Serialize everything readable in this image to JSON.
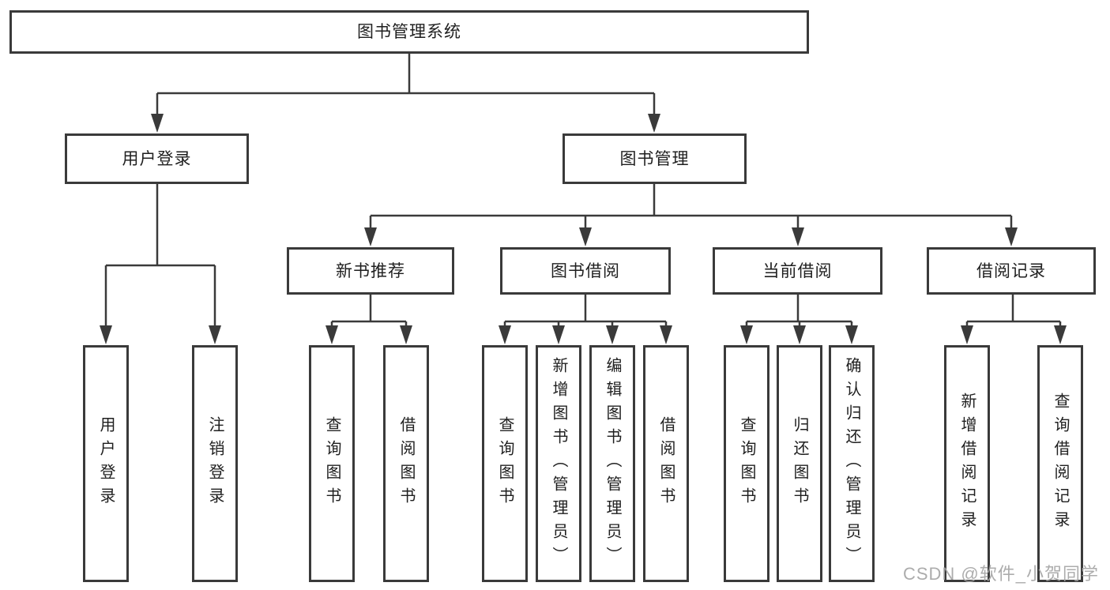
{
  "tree": {
    "label": "图书管理系统",
    "children": [
      {
        "label": "用户登录",
        "children": [
          {
            "label": "用户登录"
          },
          {
            "label": "注销登录"
          }
        ]
      },
      {
        "label": "图书管理",
        "children": [
          {
            "label": "新书推荐",
            "children": [
              {
                "label": "查询图书"
              },
              {
                "label": "借阅图书"
              }
            ]
          },
          {
            "label": "图书借阅",
            "children": [
              {
                "label": "查询图书"
              },
              {
                "label": "新增图书（管理员）"
              },
              {
                "label": "编辑图书（管理员）"
              },
              {
                "label": "借阅图书"
              }
            ]
          },
          {
            "label": "当前借阅",
            "children": [
              {
                "label": "查询图书"
              },
              {
                "label": "归还图书"
              },
              {
                "label": "确认归还（管理员）"
              }
            ]
          },
          {
            "label": "借阅记录",
            "children": [
              {
                "label": "新增借阅记录"
              },
              {
                "label": "查询借阅记录"
              }
            ]
          }
        ]
      }
    ]
  },
  "watermark": "CSDN @软件_小贺同学",
  "colors": {
    "line": "#3a3a3a",
    "text": "#1f1f1f",
    "watermark": "#a3a3a3",
    "background": "#ffffff"
  }
}
